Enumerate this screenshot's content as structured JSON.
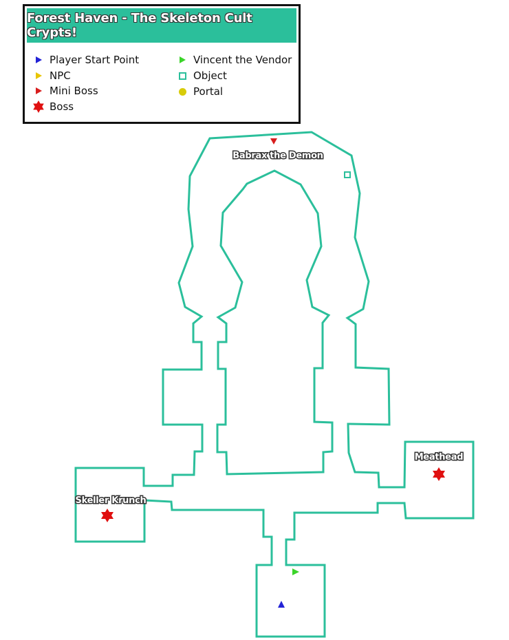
{
  "legend": {
    "title": "Forest Haven - The Skeleton Cult Crypts!",
    "items": [
      {
        "label": "Player Start Point",
        "color": "#2323d6",
        "icon": "triangle-right"
      },
      {
        "label": "NPC",
        "color": "#e8c500",
        "icon": "triangle-right"
      },
      {
        "label": "Mini Boss",
        "color": "#d81e1e",
        "icon": "triangle-right"
      },
      {
        "label": "Boss",
        "color": "#e01010",
        "icon": "star-of-david"
      },
      {
        "label": "Vincent the Vendor",
        "color": "#3bd42a",
        "icon": "triangle-right"
      },
      {
        "label": "Object",
        "color": "#2bbf9b",
        "icon": "hollow-square"
      },
      {
        "label": "Portal",
        "color": "#d8cc0a",
        "icon": "circle"
      }
    ]
  },
  "map": {
    "wall_color": "#2bbf9b",
    "labels": {
      "babrax": "Babrax the Demon",
      "skeller": "Skeller Krunch",
      "meathead": "Meathead"
    }
  }
}
